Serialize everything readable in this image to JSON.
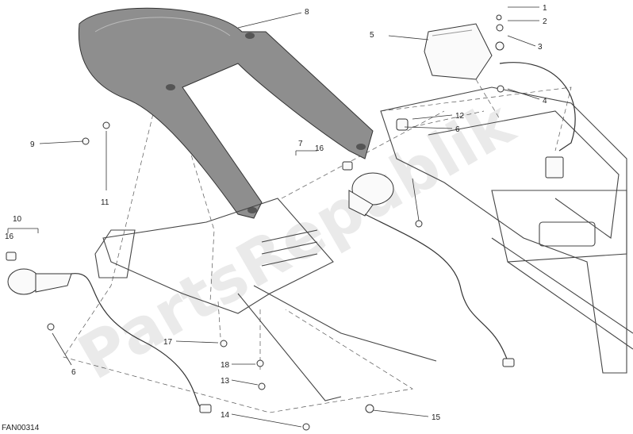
{
  "diagram": {
    "callouts": {
      "c1": "1",
      "c2": "2",
      "c3": "3",
      "c4": "4",
      "c5": "5",
      "c6a": "6",
      "c6b": "6",
      "c7": "7",
      "c8": "8",
      "c9": "9",
      "c10": "10",
      "c11": "11",
      "c12": "12",
      "c13": "13",
      "c14": "14",
      "c15": "15",
      "c16a": "16",
      "c16b": "16",
      "c17": "17",
      "c18": "18"
    },
    "drawing_code": "FAN00314",
    "watermark": "PartsRepublik"
  }
}
